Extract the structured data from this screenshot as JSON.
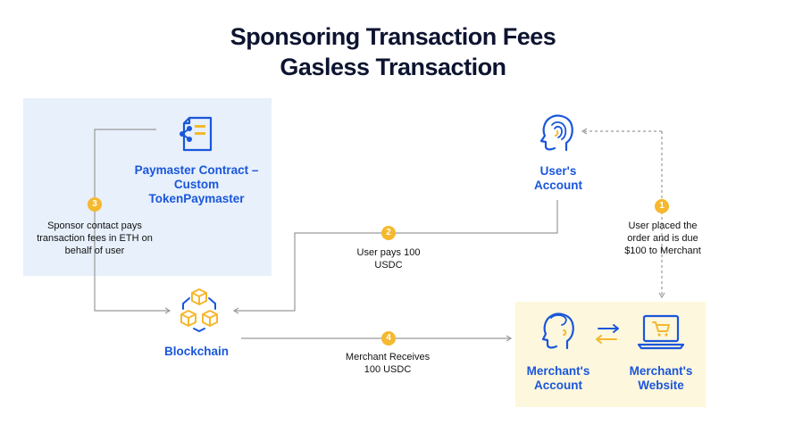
{
  "title": {
    "line1": "Sponsoring Transaction Fees",
    "line2": "Gasless Transaction"
  },
  "nodes": {
    "paymaster": "Paymaster Contract – Custom TokenPaymaster",
    "user_account": "User's Account",
    "blockchain": "Blockchain",
    "merchant_account": "Merchant's Account",
    "merchant_website": "Merchant's Website"
  },
  "steps": [
    {
      "number": "1",
      "text": "User placed the order and is due $100 to Merchant"
    },
    {
      "number": "2",
      "text": "User pays 100 USDC"
    },
    {
      "number": "3",
      "text": "Sponsor contact pays transaction fees in ETH on behalf of user"
    },
    {
      "number": "4",
      "text": "Merchant Receives 100 USDC"
    }
  ],
  "colors": {
    "accent_blue": "#1a56db",
    "badge_yellow": "#f5b82e",
    "panel_blue": "#e7f0fb",
    "panel_yellow": "#fdf7dd",
    "title": "#0d1430"
  },
  "icons": [
    "document-contract-icon",
    "user-fingerprint-icon",
    "blockchain-cubes-icon",
    "merchant-head-icon",
    "exchange-arrows-icon",
    "laptop-cart-icon"
  ]
}
